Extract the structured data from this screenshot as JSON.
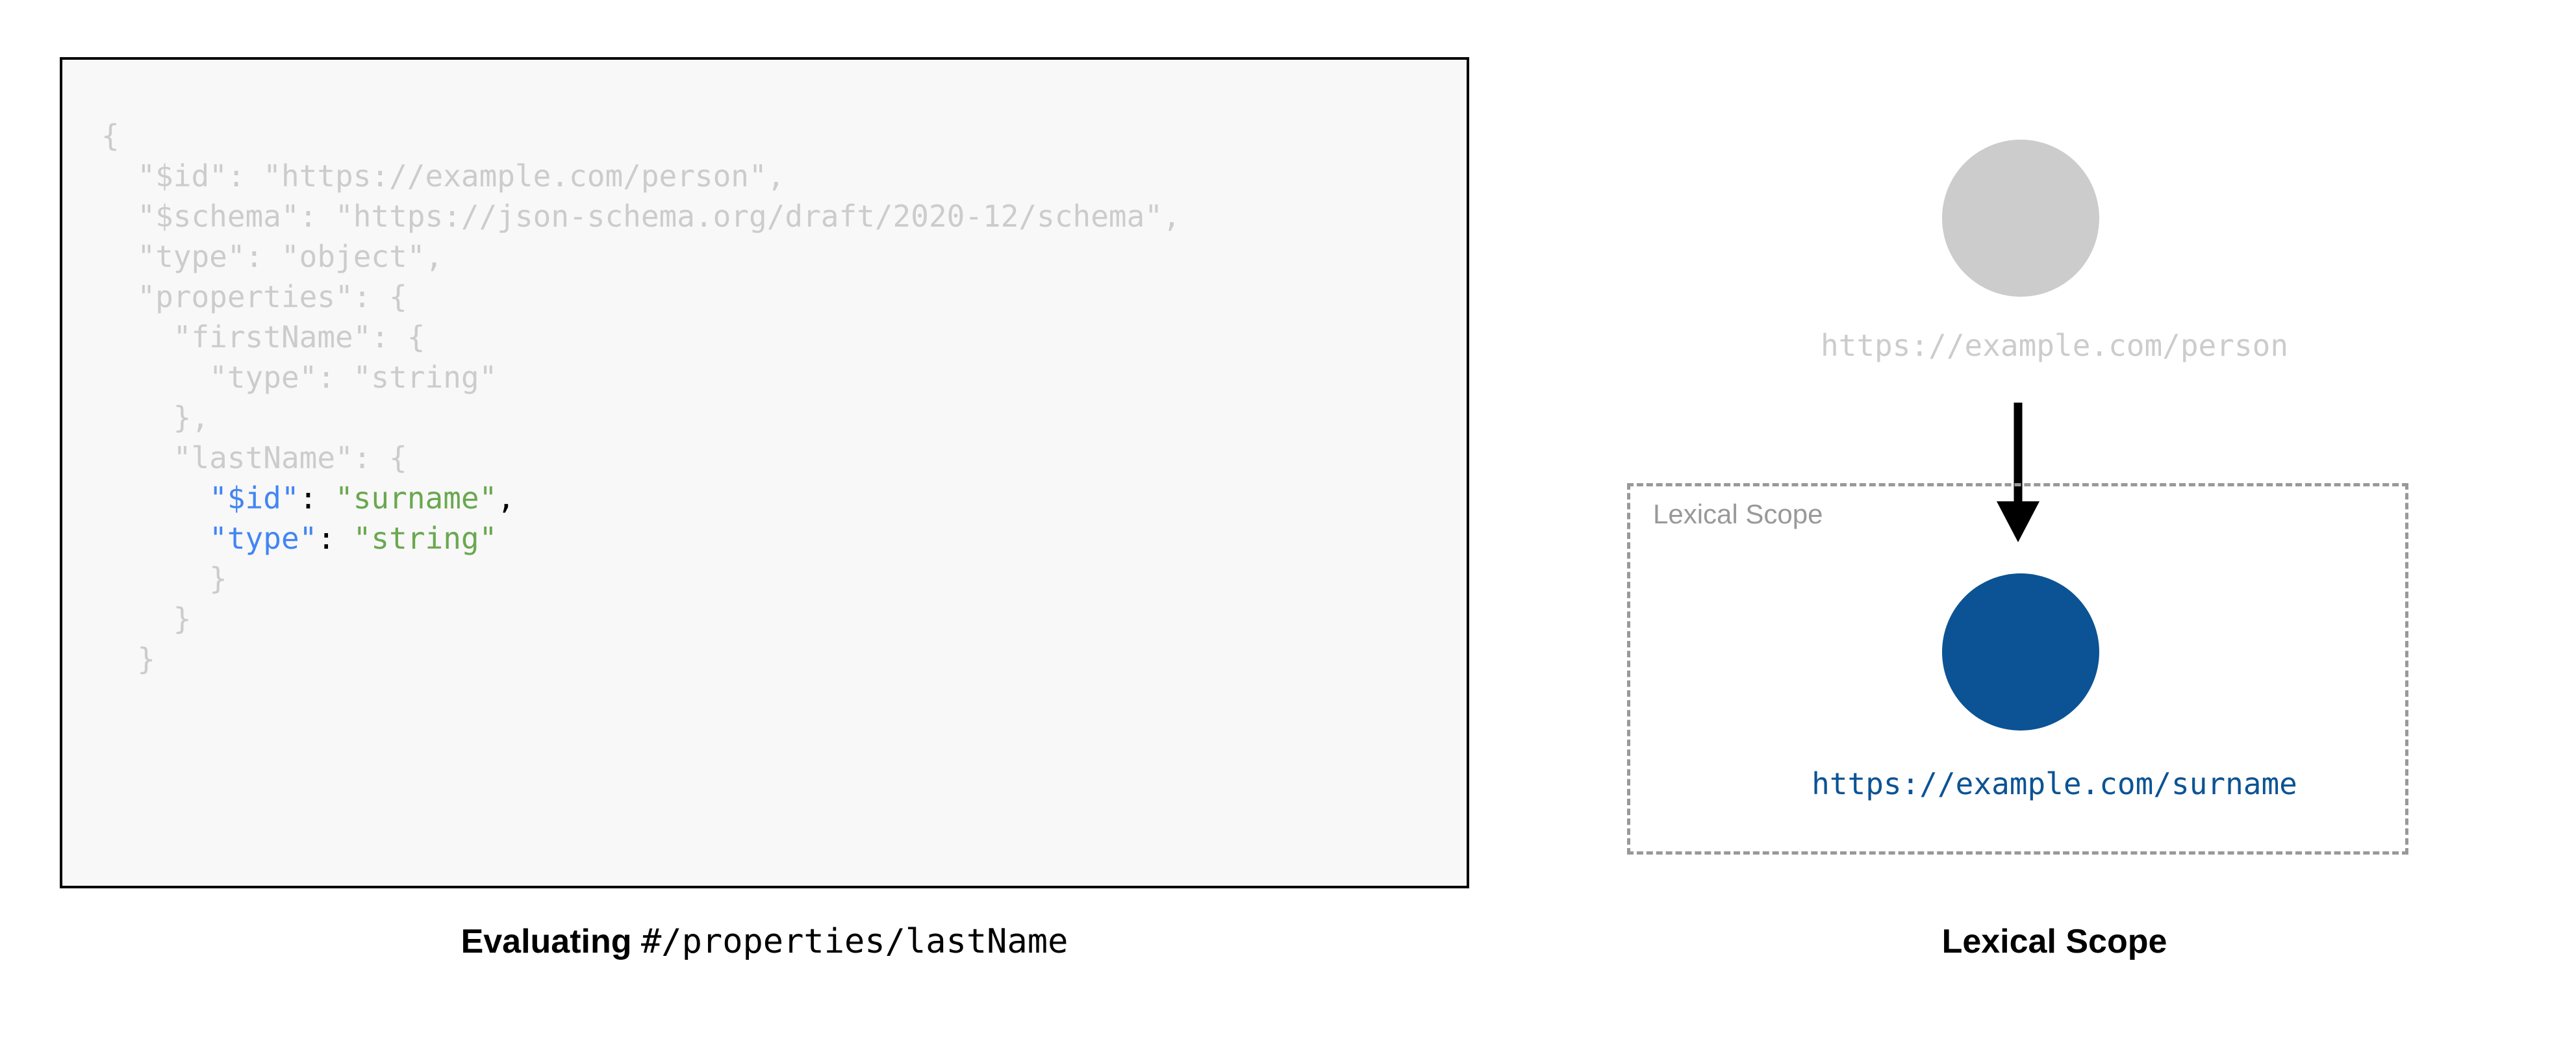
{
  "colors": {
    "dim_code": "#cccccc",
    "key_blue": "#4285f4",
    "string_green": "#6aa84f",
    "punctuation": "#000000",
    "node_inactive": "#cccccc",
    "node_active": "#0b5394",
    "scope_border": "#999999",
    "code_background": "#f8f8f8",
    "code_border": "#000000",
    "arrow": "#000000"
  },
  "left_panel": {
    "code_block": {
      "language": "json",
      "lines": [
        {
          "indent": 0,
          "tokens": [
            {
              "text": "{",
              "style": "dim"
            }
          ]
        },
        {
          "indent": 1,
          "tokens": [
            {
              "text": "\"$id\": \"https://example.com/person\",",
              "style": "dim"
            }
          ]
        },
        {
          "indent": 1,
          "tokens": [
            {
              "text": "\"$schema\": \"https://json-schema.org/draft/2020-12/schema\",",
              "style": "dim"
            }
          ]
        },
        {
          "indent": 1,
          "tokens": [
            {
              "text": "\"type\": \"object\",",
              "style": "dim"
            }
          ]
        },
        {
          "indent": 1,
          "tokens": [
            {
              "text": "\"properties\": {",
              "style": "dim"
            }
          ]
        },
        {
          "indent": 2,
          "tokens": [
            {
              "text": "\"firstName\": {",
              "style": "dim"
            }
          ]
        },
        {
          "indent": 3,
          "tokens": [
            {
              "text": "\"type\": \"string\"",
              "style": "dim"
            }
          ]
        },
        {
          "indent": 2,
          "tokens": [
            {
              "text": "},",
              "style": "dim"
            }
          ]
        },
        {
          "indent": 2,
          "tokens": [
            {
              "text": "\"lastName\": {",
              "style": "dim"
            }
          ]
        },
        {
          "indent": 3,
          "tokens": [
            {
              "text": "\"$id\"",
              "style": "key"
            },
            {
              "text": ": ",
              "style": "punct"
            },
            {
              "text": "\"surname\"",
              "style": "str"
            },
            {
              "text": ",",
              "style": "punct"
            }
          ]
        },
        {
          "indent": 3,
          "tokens": [
            {
              "text": "\"type\"",
              "style": "key"
            },
            {
              "text": ": ",
              "style": "punct"
            },
            {
              "text": "\"string\"",
              "style": "str"
            }
          ]
        },
        {
          "indent": 3,
          "tokens": [
            {
              "text": "}",
              "style": "dim"
            }
          ]
        },
        {
          "indent": 2,
          "tokens": [
            {
              "text": "}",
              "style": "dim"
            }
          ]
        },
        {
          "indent": 1,
          "tokens": [
            {
              "text": "}",
              "style": "dim"
            }
          ]
        }
      ]
    },
    "caption": {
      "bold_text": "Evaluating ",
      "mono_text": "#/properties/lastName"
    }
  },
  "right_panel": {
    "root_node": {
      "label": "https://example.com/person",
      "fill": "#cccccc"
    },
    "arrow": {
      "icon": "arrow-down-icon",
      "color": "#000000"
    },
    "lexical_scope": {
      "box_label": "Lexical Scope",
      "child_node": {
        "label": "https://example.com/surname",
        "fill": "#0b5394"
      }
    },
    "caption": "Lexical Scope"
  }
}
